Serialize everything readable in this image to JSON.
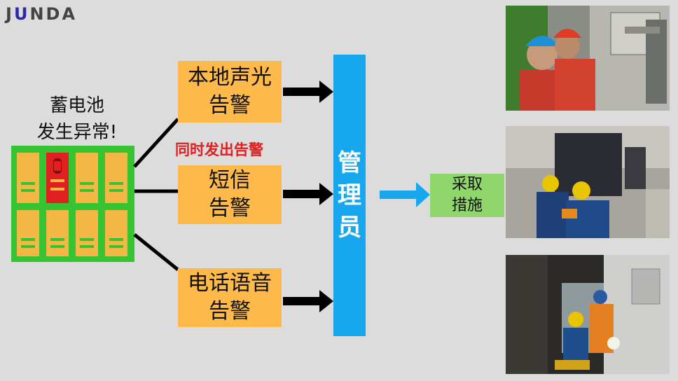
{
  "logo": {
    "text_j": "J",
    "text_o": "U",
    "text_rest": "NDA"
  },
  "title": {
    "line1": "蓄电池",
    "line2": "发生异常!"
  },
  "alerts": [
    {
      "line1": "本地声光",
      "line2": "告警"
    },
    {
      "line1": "短信",
      "line2": "告警"
    },
    {
      "line1": "电话语音",
      "line2": "告警"
    }
  ],
  "simultaneous": "同时发出告警",
  "manager": [
    "管",
    "理",
    "员"
  ],
  "action": {
    "line1": "采取",
    "line2": "措施"
  },
  "colors": {
    "alert_bg": "#fdb94a",
    "manager_bg": "#17a7ef",
    "action_bg": "#8fd66b",
    "battery_green": "#37c432",
    "battery_fill": "#f5b744",
    "warning_red": "#e02020"
  },
  "photos": [
    "workers-at-panel",
    "workers-at-battery-cabinets",
    "workers-in-switchgear-room"
  ]
}
